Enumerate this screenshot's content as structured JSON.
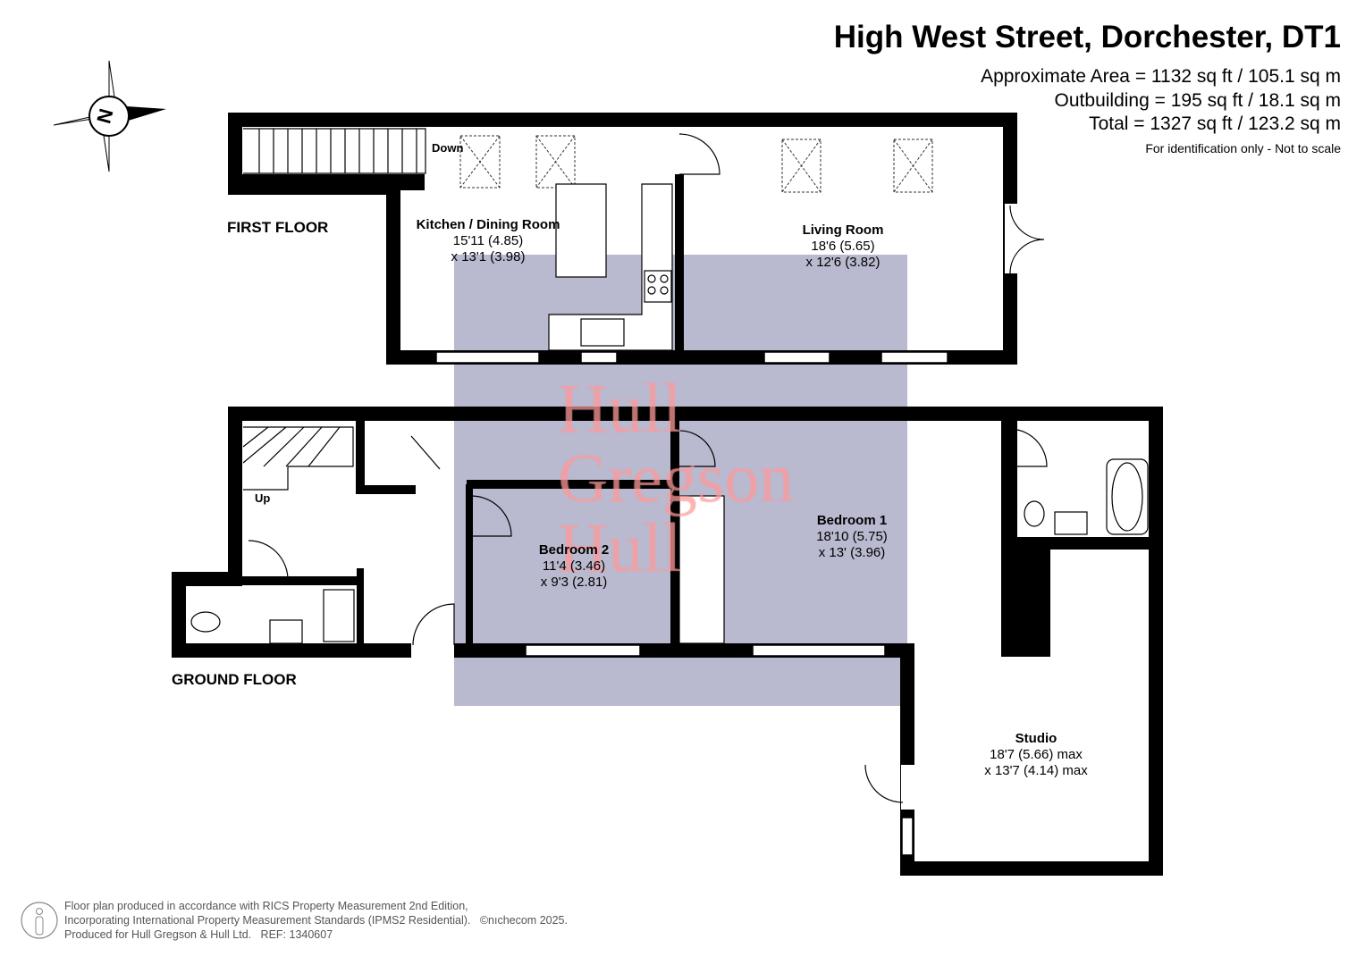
{
  "header": {
    "title": "High West Street, Dorchester, DT1",
    "area_lines": [
      "Approximate Area = 1132 sq ft / 105.1 sq m",
      "Outbuilding = 195 sq ft / 18.1 sq m",
      "Total = 1327 sq ft / 123.2 sq m"
    ],
    "note": "For identification only - Not to scale"
  },
  "compass": {
    "letter": "N"
  },
  "floors": {
    "first": "FIRST FLOOR",
    "ground": "GROUND FLOOR"
  },
  "labels": {
    "down": "Down",
    "up": "Up"
  },
  "rooms": [
    {
      "name": "Kitchen / Dining Room",
      "dim1": "15'11 (4.85)",
      "dim2": "x 13'1 (3.98)"
    },
    {
      "name": "Living Room",
      "dim1": "18'6 (5.65)",
      "dim2": "x 12'6 (3.82)"
    },
    {
      "name": "Bedroom 2",
      "dim1": "11'4 (3.46)",
      "dim2": "x 9'3 (2.81)"
    },
    {
      "name": "Bedroom 1",
      "dim1": "18'10 (5.75)",
      "dim2": "x 13' (3.96)"
    },
    {
      "name": "Studio",
      "dim1": "18'7 (5.66) max",
      "dim2": "x 13'7 (4.14) max"
    }
  ],
  "watermark": {
    "lines": [
      "Hull",
      "Gregson",
      "Hull"
    ],
    "bg_color": "#b9b9cf",
    "text_color": "#ff9a9a"
  },
  "footer": {
    "lines": [
      "Floor plan produced in accordance with RICS Property Measurement 2nd Edition,",
      "Incorporating International Property Measurement Standards (IPMS2 Residential).   ©nıchecom 2025.",
      "Produced for Hull Gregson & Hull Ltd.   REF: 1340607"
    ]
  }
}
